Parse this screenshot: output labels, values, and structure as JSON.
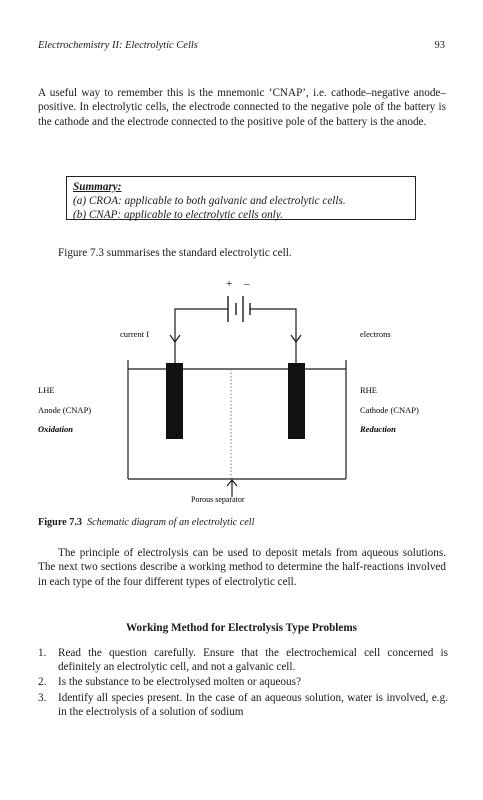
{
  "header": {
    "running_title": "Electrochemistry II: Electrolytic Cells",
    "page_number": "93"
  },
  "intro_paragraph": "A useful way to remember this is the mnemonic ‘CNAP’, i.e. cathode–negative anode–positive. In electrolytic cells, the electrode connected to the negative pole of the battery is the cathode and the electrode connected to the positive pole of the battery is the anode.",
  "summary": {
    "title": "Summary:",
    "line_a": "(a) CROA: applicable to both galvanic and electrolytic cells.",
    "line_b": "(b) CNAP: applicable to electrolytic cells only."
  },
  "figure_intro": "Figure 7.3 summarises the standard electrolytic cell.",
  "diagram": {
    "plus": "+",
    "minus": "–",
    "current_label": "current I",
    "electrons_label": "electrons",
    "left_1": "LHE",
    "left_2": "Anode (CNAP)",
    "left_3": "Oxidation",
    "right_1": "RHE",
    "right_2": "Cathode (CNAP)",
    "right_3": "Reduction",
    "separator_label": "Porous separator"
  },
  "caption": {
    "label": "Figure 7.3",
    "text": "Schematic diagram of an electrolytic cell"
  },
  "body_paragraph": "The principle of electrolysis can be used to deposit metals from aqueous solutions. The next two sections describe a working method to determine the half-reactions involved in each type of the four different types of electrolytic cell.",
  "section_title": "Working Method for Electrolysis Type Problems",
  "steps": [
    {
      "num": "1.",
      "text": "Read the question carefully. Ensure that the electrochemical cell concerned is definitely an electrolytic cell, and not a galvanic cell."
    },
    {
      "num": "2.",
      "text": "Is the substance to be electrolysed molten or aqueous?"
    },
    {
      "num": "3.",
      "text": "Identify all species present. In the case of an aqueous solution, water is involved, e.g. in the electrolysis of a solution of sodium"
    }
  ]
}
